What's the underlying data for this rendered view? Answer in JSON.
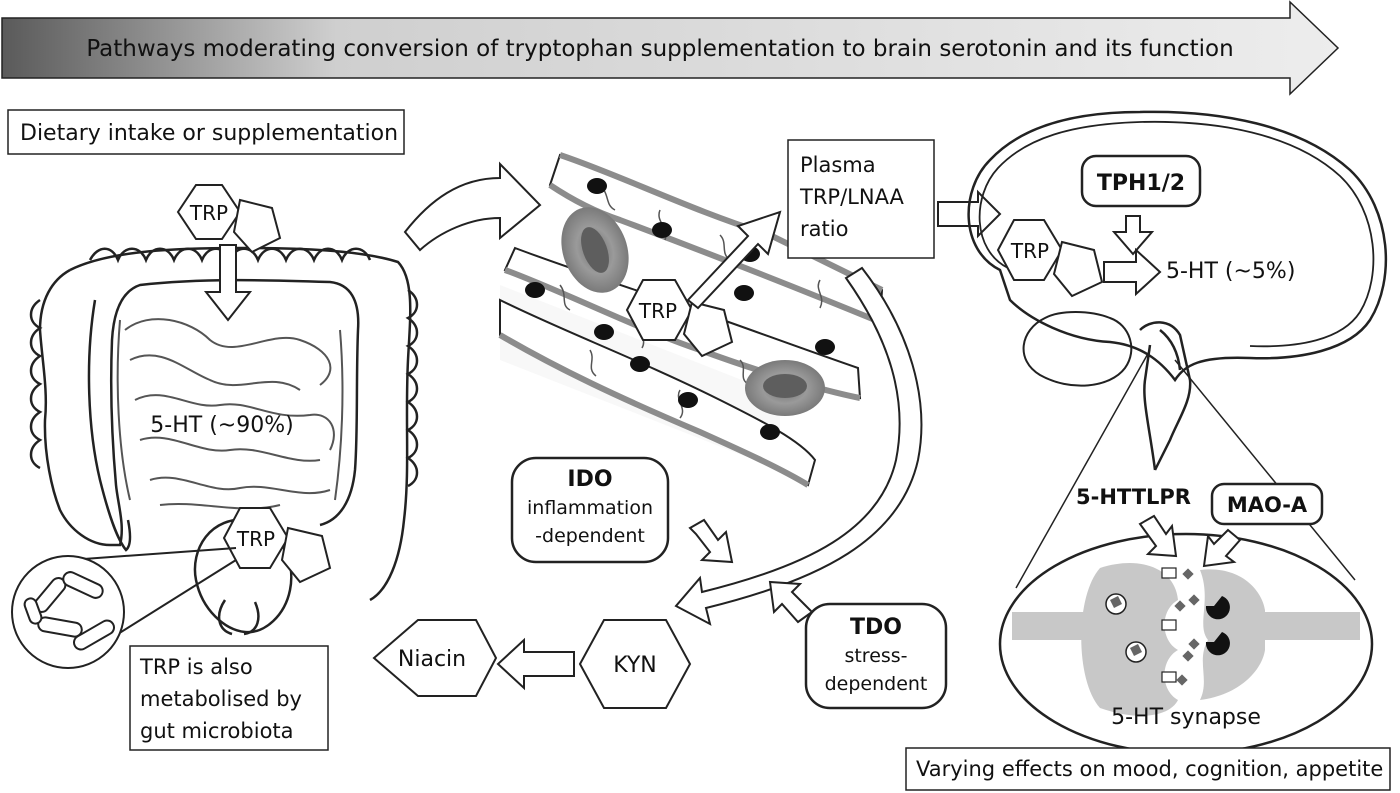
{
  "banner": {
    "title": "Pathways moderating conversion of tryptophan supplementation to brain serotonin and its function"
  },
  "gut": {
    "intake_label": "Dietary intake or supplementation",
    "trp_label": "TRP",
    "serotonin_label": "5-HT (~90%)",
    "colon_trp_label": "TRP",
    "microbiota_note": [
      "TRP is also",
      "metabolised by",
      "gut microbiota"
    ]
  },
  "vessel": {
    "trp_label": "TRP",
    "plasma_ratio": [
      "Plasma",
      "TRP/LNAA",
      "ratio"
    ]
  },
  "kynurenine": {
    "ido_title": "IDO",
    "ido_sub": [
      "inflammation",
      "-dependent"
    ],
    "tdo_title": "TDO",
    "tdo_sub": [
      "stress-",
      "dependent"
    ],
    "kyn_label": "KYN",
    "niacin_label": "Niacin"
  },
  "brain": {
    "enzyme_label": "TPH1/2",
    "trp_label": "TRP",
    "serotonin_label": "5-HT (~5%)",
    "transporter_label": "5-HTTLPR",
    "mao_label": "MAO-A",
    "synapse_label": "5-HT synapse",
    "effects_label": "Varying effects on mood, cognition, appetite"
  },
  "colors": {
    "line": "#222222",
    "vessel": "#8c8c8c",
    "rbc": "#8a8a8a",
    "synapse": "#c8c8c8"
  }
}
